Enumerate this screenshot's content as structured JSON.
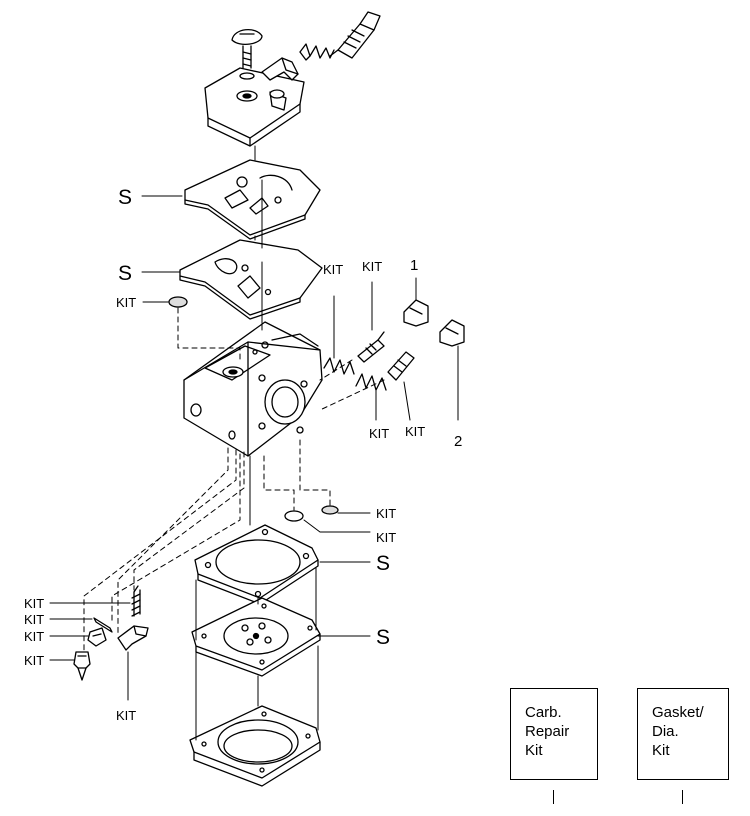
{
  "labels": {
    "kit": "KIT",
    "s": "S",
    "part_1": "1",
    "part_2": "2"
  },
  "legend": [
    {
      "lines": [
        "Carb.",
        "Repair",
        "Kit"
      ]
    },
    {
      "lines": [
        "Gasket/",
        "Dia.",
        "Kit"
      ]
    }
  ]
}
